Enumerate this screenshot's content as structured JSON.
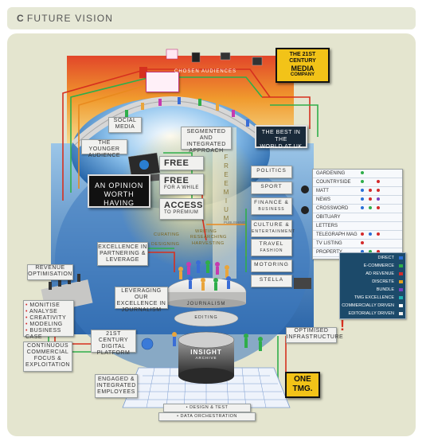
{
  "header": {
    "letter": "C",
    "title": "FUTURE VISION"
  },
  "globe": {
    "arc_label": "CHOSEN AUDIENCES"
  },
  "badge_21st": {
    "line1": "THE 21ST",
    "line2": "CENTURY",
    "line3": "MEDIA",
    "line4": "COMPANY"
  },
  "social_media": {
    "line1": "SOCIAL",
    "line2": "MEDIA"
  },
  "younger_audience": {
    "line1": "THE YOUNGER",
    "line2": "AUDIENCE"
  },
  "segmented": {
    "line1": "SEGMENTED AND",
    "line2": "INTEGRATED",
    "line3": "APPROACH"
  },
  "best_uk": {
    "line1": "THE BEST IN THE",
    "line2": "WORLD AT UK"
  },
  "free_box": {
    "label": "FREE"
  },
  "free_while": {
    "label": "FREE",
    "sub": "FOR A WHILE"
  },
  "access": {
    "label": "ACCESS",
    "sub": "TO PREMIUM"
  },
  "opinion": {
    "line1": "AN OPINION",
    "line2": "WORTH HAVING"
  },
  "freemium": {
    "letters": [
      "F",
      "R",
      "E",
      "E",
      "M",
      "I",
      "U",
      "M"
    ]
  },
  "publishing": {
    "label": "PUBLISHING"
  },
  "sections": [
    {
      "line1": "POLITICS",
      "line2": ""
    },
    {
      "line1": "SPORT",
      "line2": ""
    },
    {
      "line1": "FINANCE &",
      "line2": "BUSINESS"
    },
    {
      "line1": "CULTURE &",
      "line2": "ENTERTAINMENT"
    },
    {
      "line1": "TRAVEL",
      "line2": "FASHION"
    },
    {
      "line1": "MOTORING",
      "line2": ""
    },
    {
      "line1": "STELLA",
      "line2": ""
    }
  ],
  "table": {
    "rows": [
      "GARDENING",
      "COUNTRYSIDE",
      "MATT",
      "NEWS",
      "CROSSWORD",
      "OBITUARY",
      "LETTERS",
      "TELEGRAPH MAG",
      "TV LISTING",
      "PROPERTY"
    ]
  },
  "legend": {
    "rows": [
      "DIRECT",
      "E-COMMERCE",
      "AD REVENUE",
      "DISCRETE",
      "BUNDLE",
      "TMG EXCELLENCE",
      "COMMERCIALLY DRIVEN",
      "EDITORIALLY DRIVEN"
    ],
    "colors": [
      "#2a6fd6",
      "#2fae4a",
      "#d42b2b",
      "#e2a11d",
      "#7a3fc1",
      "#1fb3b3",
      "#ffffff",
      "#eeeeee"
    ]
  },
  "process_labels": {
    "curating": "CURATING",
    "writing": "WRITING",
    "researching": "RESEARCHING",
    "harvesting": "HARVESTING",
    "designing": "DESIGNING"
  },
  "excellence": {
    "line1": "EXCELLENCE IN",
    "line2": "PARTNERING &",
    "line3": "LEVERAGE"
  },
  "revenue": {
    "line1": "REVENUE",
    "line2": "OPTIMISATION"
  },
  "monetise": {
    "items": [
      "MONITISE",
      "ANALYSE",
      "CREATIVITY",
      "MODELING",
      "BUSINESS CASE"
    ]
  },
  "leveraging": {
    "line1": "LEVERAGING OUR",
    "line2": "EXCELLENCE IN",
    "line3": "JOURNALISM"
  },
  "journalism": {
    "label": "JOURNALISM"
  },
  "editing": {
    "label": "EDITING"
  },
  "continuous": {
    "line1": "CONTINUOUS",
    "line2": "COMMERCIAL",
    "line3": "FOCUS &",
    "line4": "EXPLOITATION"
  },
  "digital": {
    "line1": "21ST CENTURY",
    "line2": "DIGITAL",
    "line3": "PLATFORM"
  },
  "optimised": {
    "line1": "OPTIMISED",
    "line2": "INFRASTRUCTURE"
  },
  "insight": {
    "label": "INSIGHT",
    "sub": "ARCHIVE"
  },
  "engaged": {
    "line1": "ENGAGED &",
    "line2": "INTEGRATED",
    "line3": "EMPLOYEES"
  },
  "one_tmg": {
    "line1": "ONE",
    "line2": "TMG."
  },
  "design_test": {
    "label": "• DESIGN & TEST"
  },
  "data_orch": {
    "label": "• DATA ORCHESTRATION"
  },
  "colors": {
    "accent_red": "#d6301f",
    "accent_green": "#2fae4a",
    "accent_orange": "#e98a1e",
    "accent_gold": "#f2c318"
  }
}
